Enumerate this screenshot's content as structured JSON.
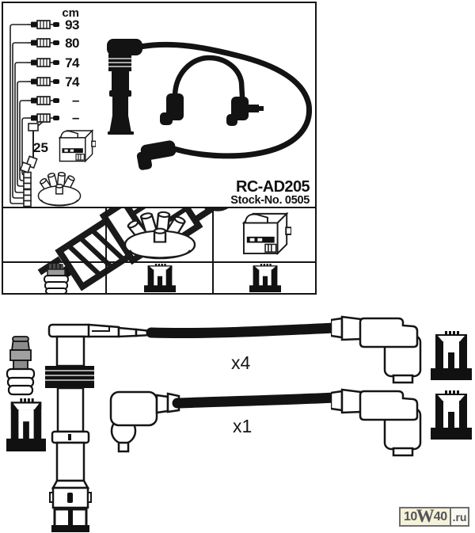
{
  "product": {
    "part_number": "RC-AD205",
    "stock_number": "Stock-No. 0505"
  },
  "length_table": {
    "unit": "cm",
    "lengths": [
      "93",
      "80",
      "74",
      "74",
      "–",
      "–"
    ],
    "extra_length": "25"
  },
  "parts_grid": {
    "row1": [
      "spark-plug",
      "distributor-cap",
      "ignition-coil"
    ],
    "row2": [
      "plug-boot",
      "terminal-nut",
      "terminal-nut"
    ]
  },
  "cables": {
    "long_qty": "x4",
    "short_qty": "x1"
  },
  "watermark": {
    "text_10": "10",
    "text_w": "W",
    "text_40": "40",
    "domain": ".ru"
  },
  "colors": {
    "ink": "#151515",
    "watermark_bg": "#f5f2d8",
    "watermark_text": "#53535b"
  }
}
